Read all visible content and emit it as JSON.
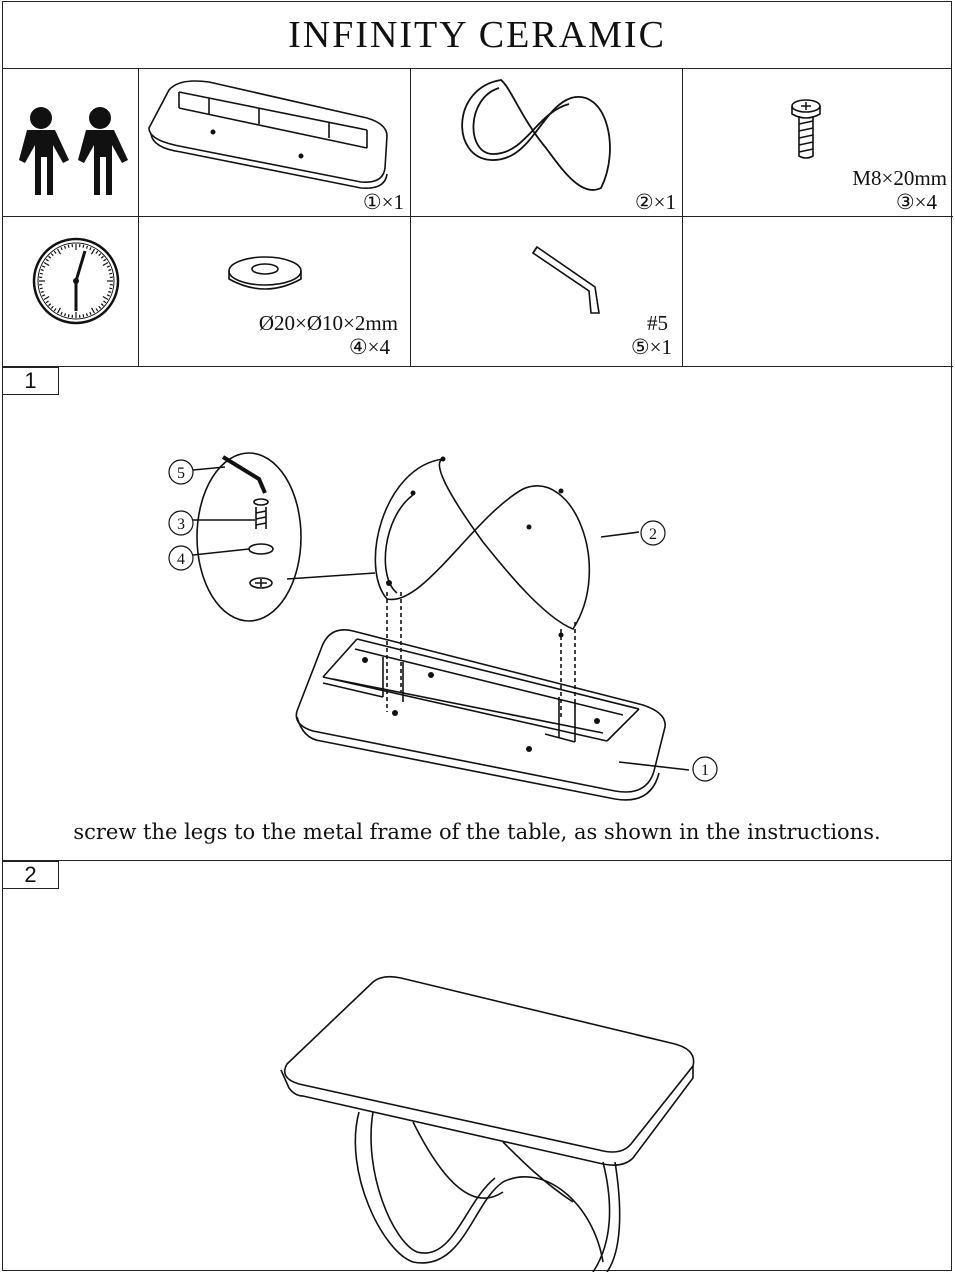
{
  "title": "INFINITY CERAMIC",
  "parts": [
    {
      "id": "persons",
      "icon": "two-persons-icon",
      "caption": "",
      "spec": ""
    },
    {
      "id": "tabletop",
      "icon": "tabletop-frame-icon",
      "caption": "①×1",
      "spec": ""
    },
    {
      "id": "legs",
      "icon": "infinity-leg-icon",
      "caption": "②×1",
      "spec": ""
    },
    {
      "id": "bolt",
      "icon": "bolt-icon",
      "caption": "③×4",
      "spec": "M8×20mm"
    },
    {
      "id": "clock",
      "icon": "clock-icon",
      "caption": "",
      "spec": ""
    },
    {
      "id": "washer",
      "icon": "washer-icon",
      "caption": "④×4",
      "spec": "Ø20×Ø10×2mm"
    },
    {
      "id": "key",
      "icon": "allen-key-icon",
      "caption": "⑤×1",
      "spec": "#5"
    }
  ],
  "steps": [
    {
      "number": "1",
      "callouts": [
        "⑤",
        "③",
        "④",
        "②",
        "①"
      ],
      "instruction": "screw the legs to the metal frame of the table, as shown in the instructions."
    },
    {
      "number": "2"
    }
  ]
}
